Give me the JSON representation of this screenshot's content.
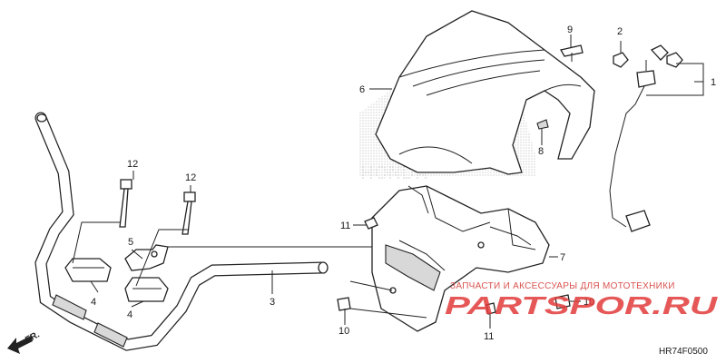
{
  "diagram": {
    "figure_code": "HR74F0500",
    "direction_marker": "FR.",
    "callouts": [
      {
        "id": "c1",
        "label": "1"
      },
      {
        "id": "c2",
        "label": "2"
      },
      {
        "id": "c3",
        "label": "3"
      },
      {
        "id": "c4a",
        "label": "4"
      },
      {
        "id": "c4b",
        "label": "4"
      },
      {
        "id": "c5",
        "label": "5"
      },
      {
        "id": "c6",
        "label": "6"
      },
      {
        "id": "c7",
        "label": "7"
      },
      {
        "id": "c8",
        "label": "8"
      },
      {
        "id": "c9",
        "label": "9"
      },
      {
        "id": "c10a",
        "label": "10"
      },
      {
        "id": "c10b",
        "label": "10"
      },
      {
        "id": "c11a",
        "label": "11"
      },
      {
        "id": "c11b",
        "label": "11"
      },
      {
        "id": "c12a",
        "label": "12"
      },
      {
        "id": "c12b",
        "label": "12"
      }
    ],
    "background_logo": "HONDA"
  },
  "watermark": {
    "tagline": "ЗАПЧАСТИ И АКСЕССУАРЫ ДЛЯ МОТОТЕХНИКИ",
    "logo_text": "PARTSPOR.RU"
  }
}
